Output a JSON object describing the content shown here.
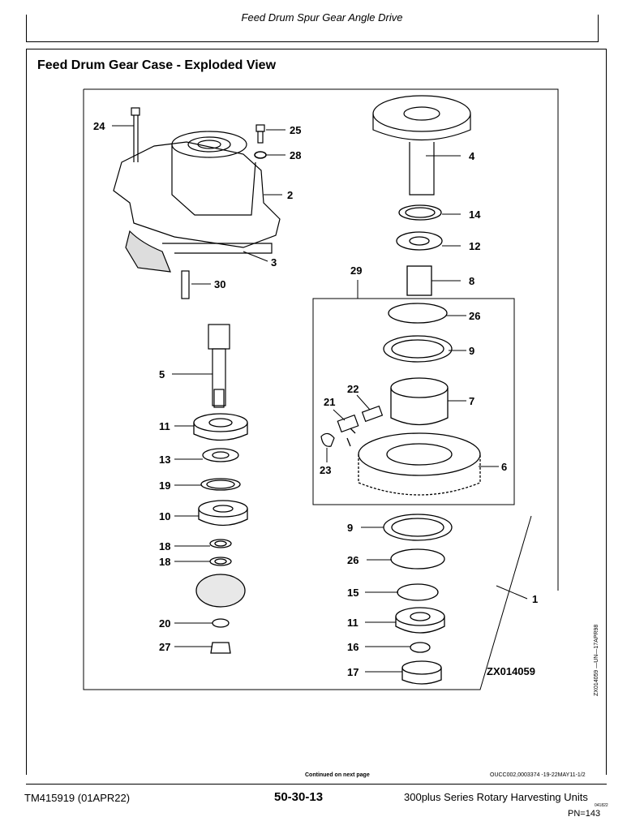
{
  "header": {
    "title": "Feed Drum Spur Gear Angle Drive"
  },
  "section_title": "Feed Drum Gear Case - Exploded View",
  "figure": {
    "callouts": {
      "c1": "1",
      "c2": "2",
      "c3": "3",
      "c4": "4",
      "c5": "5",
      "c6": "6",
      "c7": "7",
      "c8": "8",
      "c9a": "9",
      "c9b": "9",
      "c10": "10",
      "c11a": "11",
      "c11b": "11",
      "c12": "12",
      "c13": "13",
      "c14": "14",
      "c15": "15",
      "c16": "16",
      "c17": "17",
      "c18a": "18",
      "c18b": "18",
      "c19": "19",
      "c20": "20",
      "c21": "21",
      "c22": "22",
      "c23": "23",
      "c24": "24",
      "c25": "25",
      "c26a": "26",
      "c26b": "26",
      "c27": "27",
      "c28": "28",
      "c29": "29",
      "c30": "30"
    },
    "figure_id": "ZX014059",
    "side_code": "ZX014059 —UN—17APR98"
  },
  "continued_note": "Continued on next page",
  "doc_ref": "OUCC002,0003374 -19-22MAY11-1/2",
  "footer": {
    "manual_id": "TM415919 (01APR22)",
    "page_number": "50-30-13",
    "product": "300plus Series Rotary Harvesting Units",
    "small_code": "041822",
    "pn": "PN=143"
  }
}
